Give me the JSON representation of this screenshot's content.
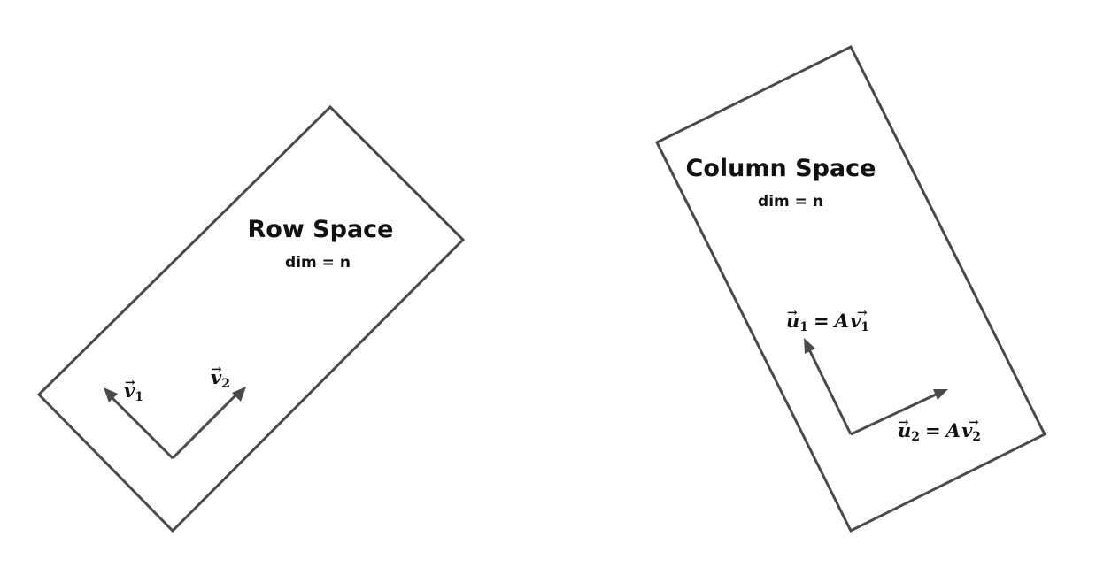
{
  "row_space": {
    "title": "Row Space",
    "dim": "dim = n",
    "vectors": [
      {
        "letter": "v",
        "index": "1"
      },
      {
        "letter": "v",
        "index": "2"
      }
    ]
  },
  "column_space": {
    "title": "Column Space",
    "dim": "dim = n",
    "vectors": [
      {
        "letter": "u",
        "index": "1",
        "equals": "=",
        "matrix": "A",
        "rhs_letter": "v",
        "rhs_index": "1"
      },
      {
        "letter": "u",
        "index": "2",
        "equals": "=",
        "matrix": "A",
        "rhs_letter": "v",
        "rhs_index": "2"
      }
    ]
  },
  "colors": {
    "stroke": "#4a4a4a",
    "text": "#111111",
    "background": "#ffffff"
  }
}
